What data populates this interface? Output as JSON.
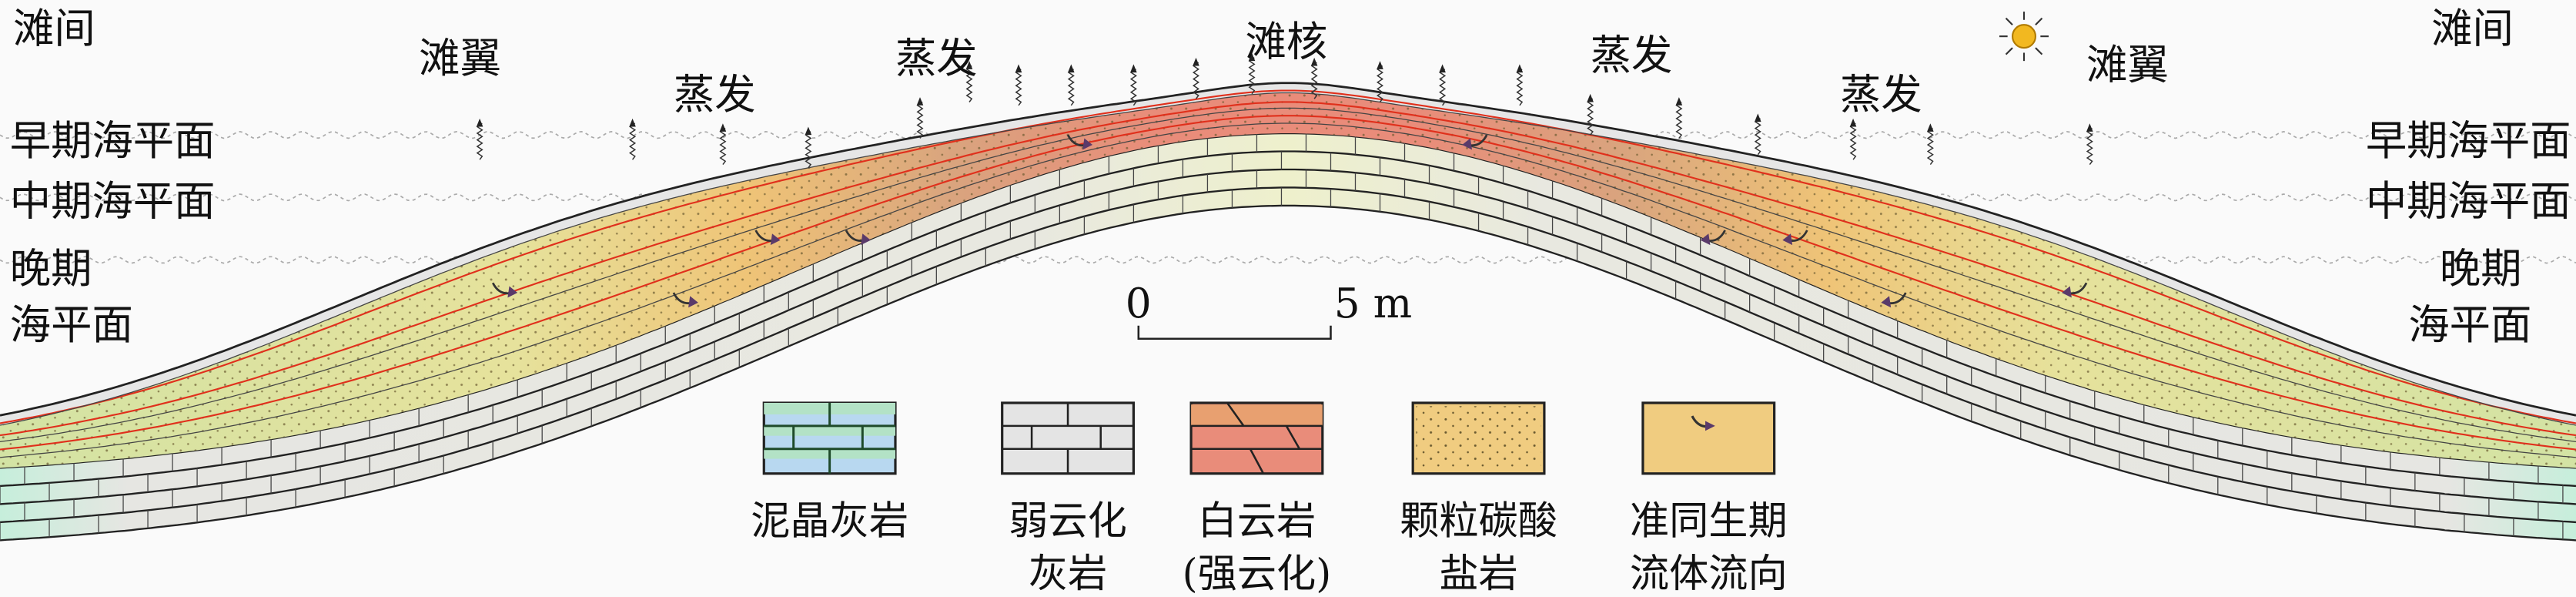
{
  "title_labels": {
    "inter_shoal_left": "滩间",
    "inter_shoal_right": "滩间",
    "shoal_flank_left": "滩翼",
    "shoal_flank_right": "滩翼",
    "shoal_core": "滩核",
    "evaporation": [
      "蒸发",
      "蒸发",
      "蒸发",
      "蒸发"
    ]
  },
  "sea_levels": {
    "early": "早期海平面",
    "middle": "中期海平面",
    "late_line1": "晚期",
    "late_line2": "海平面"
  },
  "scale_bar": {
    "start": "0",
    "end": "5 m"
  },
  "legend": [
    {
      "line1": "泥晶灰岩",
      "line2": "",
      "color": "#b8d8f0"
    },
    {
      "line1": "弱云化",
      "line2": "灰岩",
      "color": "#e4e4e4"
    },
    {
      "line1": "白云岩",
      "line2": "(强云化)",
      "color": "#e88a78"
    },
    {
      "line1": "颗粒碳酸",
      "line2": "盐岩",
      "color": "#f0cc80"
    },
    {
      "line1": "准同生期",
      "line2": "流体流向",
      "color": "#f0cc80"
    }
  ],
  "icons": {
    "sun": "sun-icon",
    "evaporation": "wavy-up-arrow-icon",
    "flow": "curved-arrow-icon"
  }
}
